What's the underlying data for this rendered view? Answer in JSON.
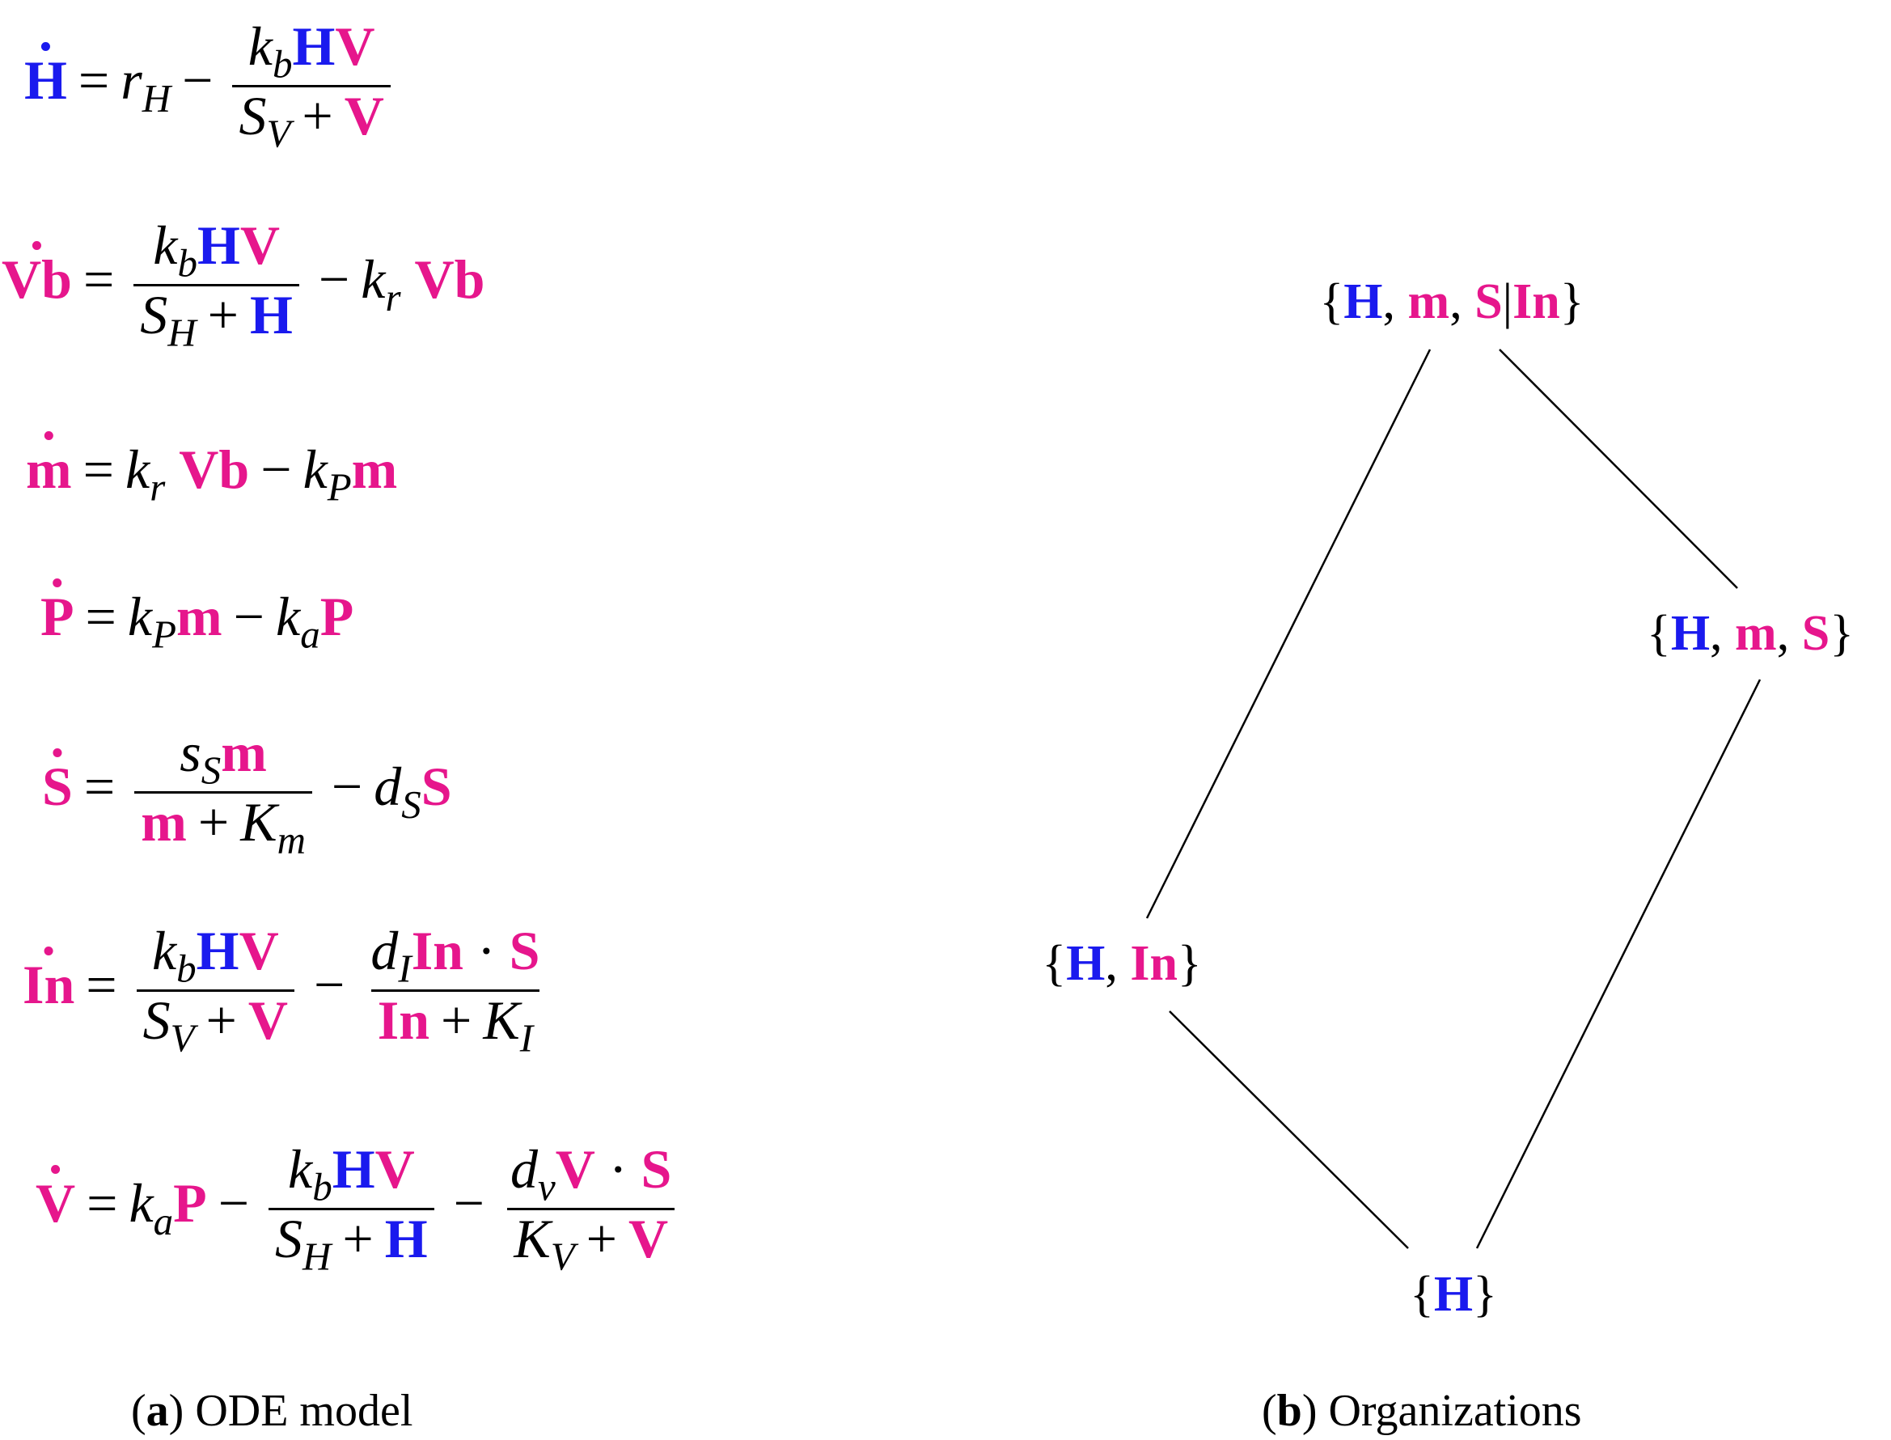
{
  "panel_a": {
    "caption_label": "a",
    "caption_text": "ODE model"
  },
  "panel_b": {
    "caption_label": "b",
    "caption_text": "Organizations",
    "nodes": {
      "top": {
        "H": "H",
        "m": "m",
        "S": "S",
        "In": "In"
      },
      "right": {
        "H": "H",
        "m": "m",
        "S": "S"
      },
      "left": {
        "H": "H",
        "In": "In"
      },
      "bottom": {
        "H": "H"
      }
    }
  },
  "colors": {
    "host_blue": "#1a1aee",
    "virus_magenta": "#e6168c"
  }
}
